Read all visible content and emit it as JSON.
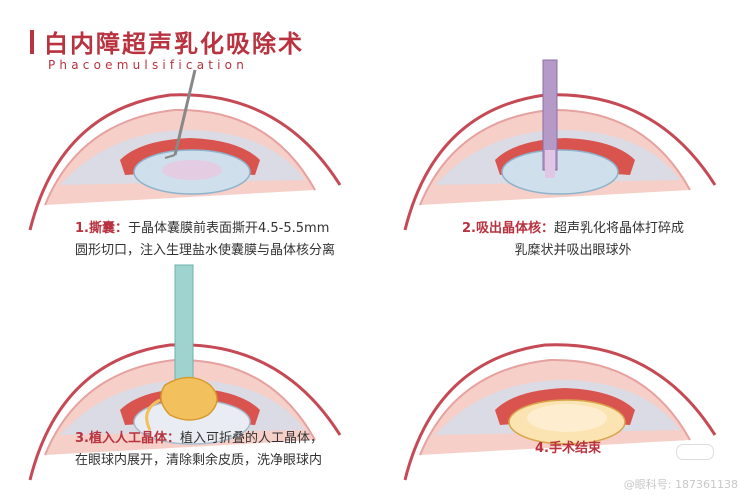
{
  "header": {
    "title": "白内障超声乳化吸除术",
    "subtitle": "Phacoemulsification"
  },
  "steps": [
    {
      "label": "1.撕囊：",
      "line1": "于晶体囊膜前表面撕开4.5-5.5mm",
      "line2": "圆形切口，注入生理盐水使囊膜与晶体核分离"
    },
    {
      "label": "2.吸出晶体核：",
      "line1": "超声乳化将晶体打碎成",
      "line2": "乳糜状并吸出眼球外"
    },
    {
      "label": "3.植入人工晶体：",
      "line1": "植入可折叠的人工晶体，",
      "line2": "在眼球内展开，清除剩余皮质，洗净眼球内"
    },
    {
      "label": "4.手术结束",
      "line1": "",
      "line2": ""
    }
  ],
  "watermark": "@眼科号: 187361138",
  "colors": {
    "accent": "#b8323f",
    "iris": "#d9534f",
    "lens": "#cfe0ec",
    "iol": "#f2c15e",
    "probe": "#b59ac7",
    "needle": "#9fd3cf"
  }
}
